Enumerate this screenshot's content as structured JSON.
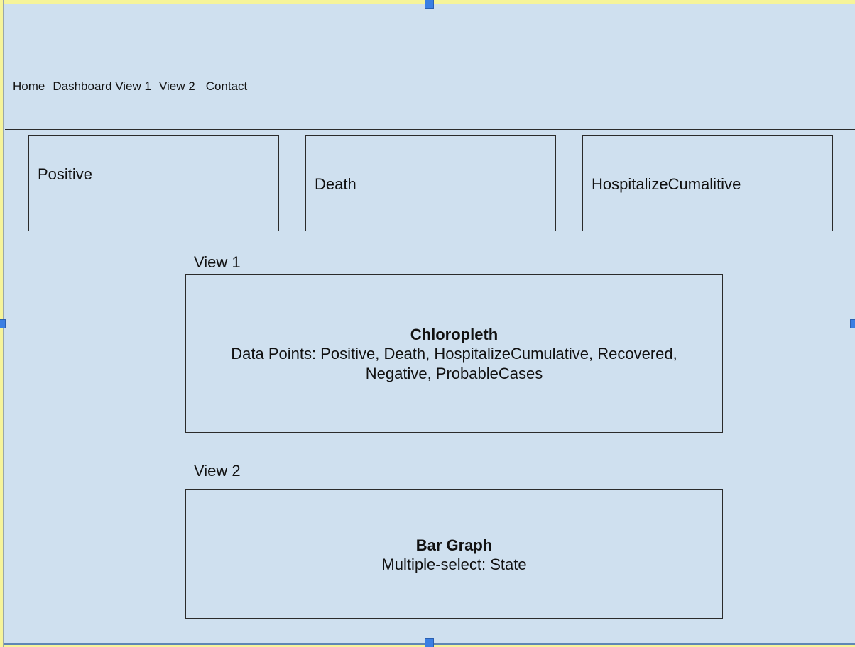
{
  "nav": {
    "items": [
      {
        "label": "Home"
      },
      {
        "label": "Dashboard View 1"
      },
      {
        "label": "View 2"
      },
      {
        "label": "Contact"
      }
    ]
  },
  "stats": {
    "cards": [
      {
        "label": "Positive"
      },
      {
        "label": "Death"
      },
      {
        "label": "HospitalizeCumalitive"
      }
    ]
  },
  "views": [
    {
      "title": "View 1",
      "panel_title": "Chloropleth",
      "panel_desc": "Data Points: Positive, Death, HospitalizeCumulative, Recovered, Negative, ProbableCases"
    },
    {
      "title": "View 2",
      "panel_title": "Bar Graph",
      "panel_desc": "Multiple-select: State"
    }
  ],
  "colors": {
    "canvas_background": "#cfe0ef",
    "selection_border": "#f6f49a",
    "selection_handle": "#3a7fe3",
    "outline": "#2b2b2b"
  }
}
